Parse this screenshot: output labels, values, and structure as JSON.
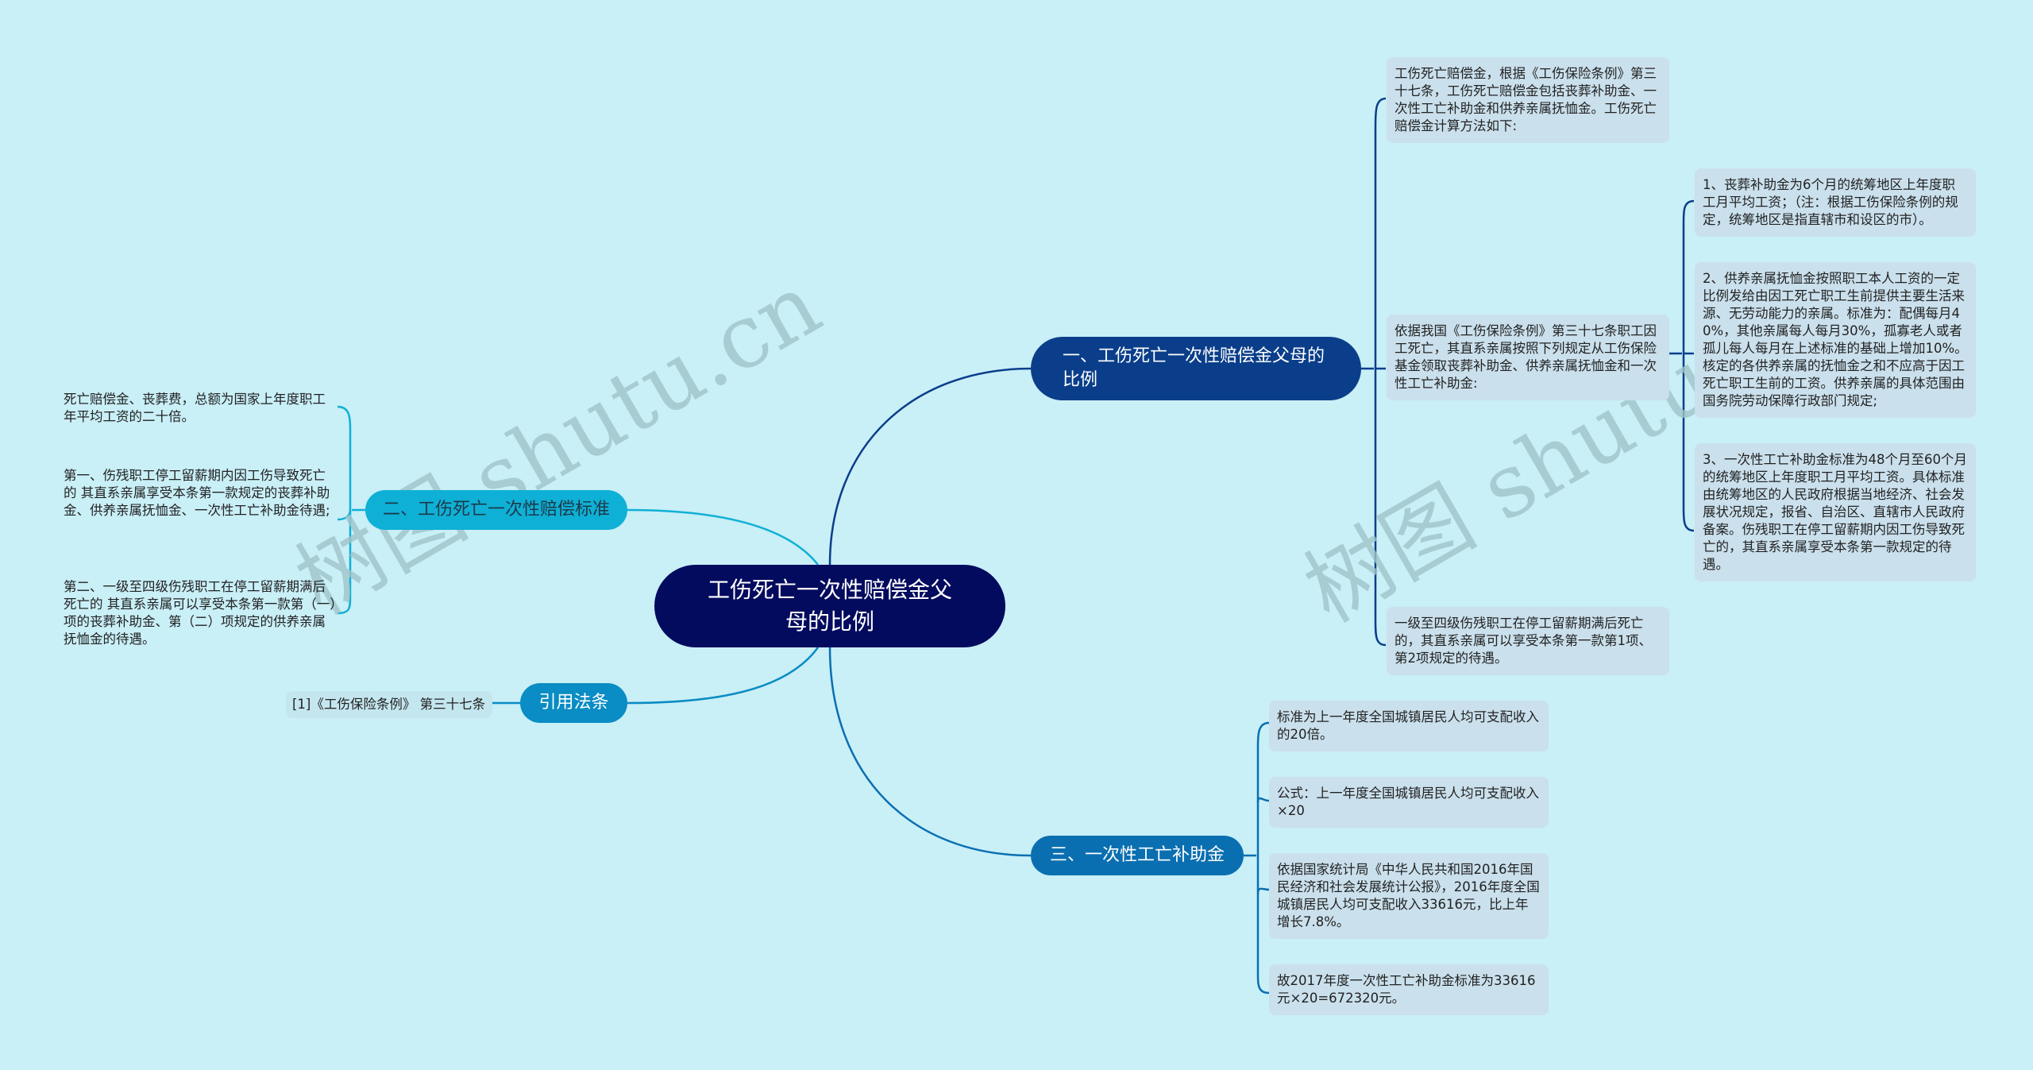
{
  "root": {
    "label": "工伤死亡一次性赔偿金父母的比例"
  },
  "watermark": "树图 shutu.cn",
  "branches": {
    "one": {
      "label": "一、工伤死亡一次性赔偿金父母的比例",
      "children": [
        "工伤死亡赔偿金，根据《工伤保险条例》第三十七条，工伤死亡赔偿金包括丧葬补助金、一次性工亡补助金和供养亲属抚恤金。工伤死亡赔偿金计算方法如下:",
        "依据我国《工伤保险条例》第三十七条职工因工死亡，其直系亲属按照下列规定从工伤保险基金领取丧葬补助金、供养亲属抚恤金和一次性工亡补助金:",
        "一级至四级伤残职工在停工留薪期满后死亡的，其直系亲属可以享受本条第一款第1项、第2项规定的待遇。"
      ],
      "sub_children": [
        "1、丧葬补助金为6个月的统筹地区上年度职工月平均工资；（注：根据工伤保险条例的规定，统筹地区是指直辖市和设区的市）。",
        "2、供养亲属抚恤金按照职工本人工资的一定比例发给由因工死亡职工生前提供主要生活来源、无劳动能力的亲属。标准为：配偶每月40%，其他亲属每人每月30%，孤寡老人或者孤儿每人每月在上述标准的基础上增加10%。核定的各供养亲属的抚恤金之和不应高于因工死亡职工生前的工资。供养亲属的具体范围由国务院劳动保障行政部门规定;",
        "3、一次性工亡补助金标准为48个月至60个月的统筹地区上年度职工月平均工资。具体标准由统筹地区的人民政府根据当地经济、社会发展状况规定，报省、自治区、直辖市人民政府备案。伤残职工在停工留薪期内因工伤导致死亡的，其直系亲属享受本条第一款规定的待遇。"
      ]
    },
    "two": {
      "label": "二、工伤死亡一次性赔偿标准",
      "children": [
        "死亡赔偿金、丧葬费，总额为国家上年度职工年平均工资的二十倍。",
        "第一、伤残职工停工留薪期内因工伤导致死亡的 其直系亲属享受本条第一款规定的丧葬补助金、供养亲属抚恤金、一次性工亡补助金待遇;",
        "第二、一级至四级伤残职工在停工留薪期满后死亡的 其直系亲属可以享受本条第一款第（一）项的丧葬补助金、第（二）项规定的供养亲属抚恤金的待遇。"
      ]
    },
    "three": {
      "label": "引用法条",
      "children": [
        "[1]《工伤保险条例》 第三十七条"
      ]
    },
    "four": {
      "label": "三、一次性工亡补助金",
      "children": [
        "标准为上一年度全国城镇居民人均可支配收入的20倍。",
        "公式：上一年度全国城镇居民人均可支配收入×20",
        "依据国家统计局《中华人民共和国2016年国民经济和社会发展统计公报》，2016年度全国城镇居民人均可支配收入33616元，比上年增长7.8%。",
        "故2017年度一次性工亡补助金标准为33616元×20=672320元。"
      ]
    }
  },
  "colors": {
    "background": "#c9eff7",
    "root": "#030b5e",
    "branch_one": "#0a3e8a",
    "branch_two": "#0fb0d6",
    "branch_cite": "#0a8cc4",
    "branch_four": "#0a6fb1",
    "leaf": "#cae0ec"
  }
}
